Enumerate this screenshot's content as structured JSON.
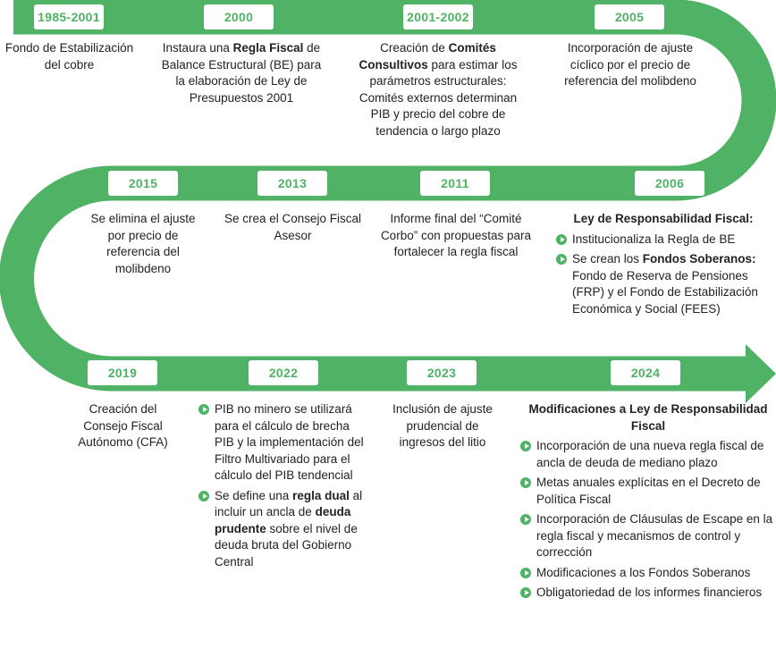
{
  "colors": {
    "accent": "#4fb264"
  },
  "events": [
    {
      "year": "1985-2001",
      "text": [
        {
          "t": "Fondo de Estabilización del cobre"
        }
      ]
    },
    {
      "year": "2000",
      "text": [
        {
          "t": "Instaura una "
        },
        {
          "t": "Regla Fiscal",
          "b": true
        },
        {
          "t": " de Balance Estructural (BE) para la elaboración de Ley de Presupuestos 2001"
        }
      ]
    },
    {
      "year": "2001-2002",
      "text": [
        {
          "t": "Creación de "
        },
        {
          "t": "Comités Consultivos",
          "b": true
        },
        {
          "t": " para estimar los parámetros estructurales: Comités externos determinan PIB y precio del cobre de tendencia o largo plazo"
        }
      ]
    },
    {
      "year": "2005",
      "text": [
        {
          "t": "Incorporación de ajuste cíclico por el precio de referencia del molibdeno"
        }
      ]
    },
    {
      "year": "2015",
      "text": [
        {
          "t": "Se elimina el ajuste por precio de referencia del molibdeno"
        }
      ]
    },
    {
      "year": "2013",
      "text": [
        {
          "t": "Se crea el Consejo Fiscal Asesor"
        }
      ]
    },
    {
      "year": "2011",
      "text": [
        {
          "t": "Informe final del “Comité Corbo” con propuestas para fortalecer la regla fiscal"
        }
      ]
    },
    {
      "year": "2006",
      "title": "Ley de Responsabilidad Fiscal:",
      "bullets": [
        [
          {
            "t": "Institucionaliza la Regla de BE"
          }
        ],
        [
          {
            "t": "Se crean los "
          },
          {
            "t": "Fondos Soberanos:",
            "b": true
          },
          {
            "t": " Fondo de Reserva de Pensiones (FRP) y el Fondo de Estabilización Económica y Social  (FEES)"
          }
        ]
      ]
    },
    {
      "year": "2019",
      "text": [
        {
          "t": "Creación del Consejo Fiscal Autónomo (CFA)"
        }
      ]
    },
    {
      "year": "2022",
      "bullets": [
        [
          {
            "t": "PIB no minero se utilizará para el cálculo de brecha PIB y la implementación del Filtro Multivariado para el cálculo del PIB tendencial"
          }
        ],
        [
          {
            "t": "Se define una "
          },
          {
            "t": "regla dual",
            "b": true
          },
          {
            "t": " al incluir un ancla de "
          },
          {
            "t": "deuda prudente",
            "b": true
          },
          {
            "t": " sobre el nivel de deuda bruta del Gobierno Central"
          }
        ]
      ]
    },
    {
      "year": "2023",
      "text": [
        {
          "t": "Inclusión de ajuste prudencial de ingresos del litio"
        }
      ]
    },
    {
      "year": "2024",
      "title": "Modificaciones a Ley de Responsabilidad Fiscal",
      "bullets": [
        [
          {
            "t": "Incorporación de una nueva regla fiscal de ancla de deuda de mediano plazo"
          }
        ],
        [
          {
            "t": "Metas anuales explícitas en el Decreto de Política Fiscal"
          }
        ],
        [
          {
            "t": "Incorporación de Cláusulas de Escape en la regla fiscal y mecanismos de control y corrección"
          }
        ],
        [
          {
            "t": "Modificaciones a los Fondos Soberanos"
          }
        ],
        [
          {
            "t": "Obligatoriedad de los informes financieros"
          }
        ]
      ]
    }
  ]
}
